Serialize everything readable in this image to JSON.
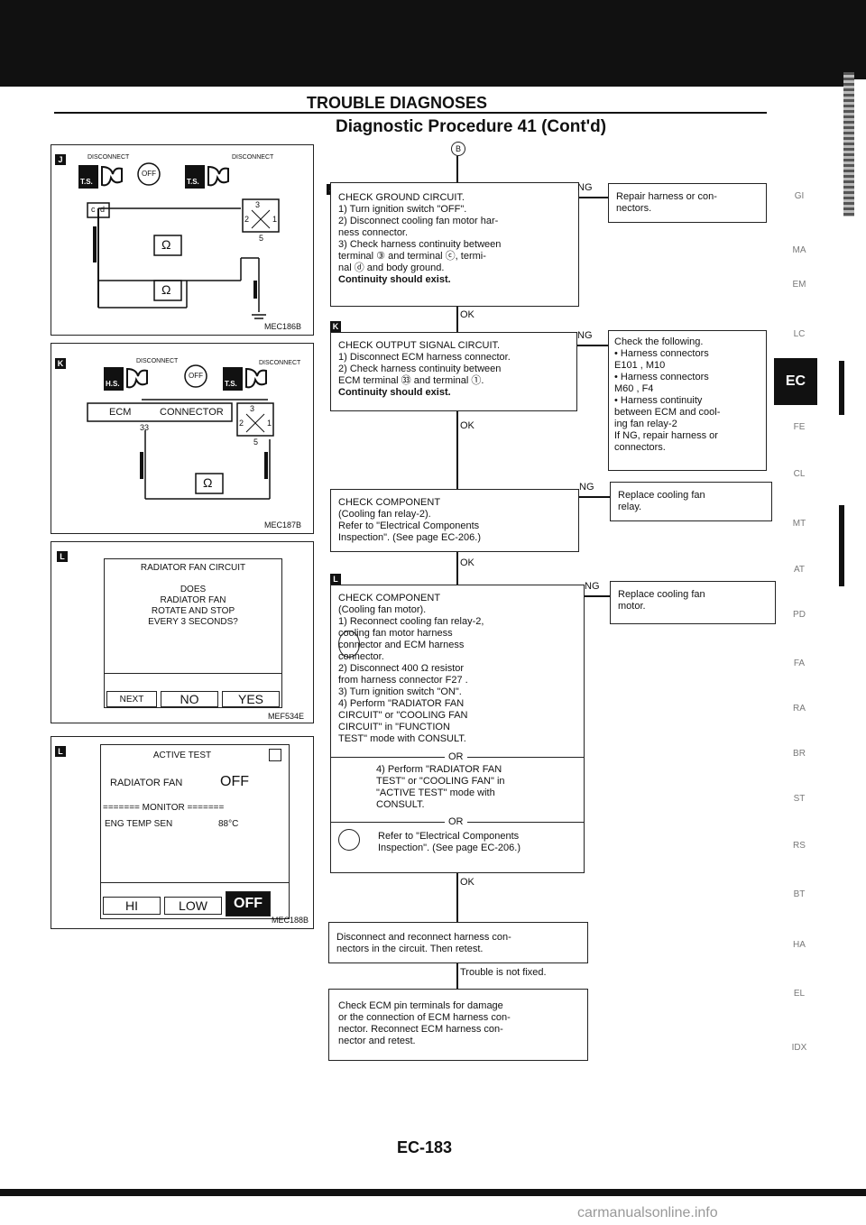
{
  "header": {
    "title": "TROUBLE DIAGNOSES",
    "subtitle": "Diagnostic Procedure 41 (Cont'd)"
  },
  "connector_marker": "B",
  "panels": {
    "J": {
      "tag": "J",
      "label_disconnect_left": "DISCONNECT",
      "label_disconnect_right": "DISCONNECT",
      "label_ts": "T.S.",
      "label_off": "OFF",
      "pin_c": "c",
      "pin_d": "d",
      "pins": [
        "3",
        "2",
        "1",
        "5"
      ],
      "ohm": "Ω",
      "code": "MEC186B"
    },
    "K": {
      "tag": "K",
      "label_disconnect_left": "DISCONNECT",
      "label_disconnect_right": "DISCONNECT",
      "label_hs": "H.S.",
      "label_ts": "T.S.",
      "label_off": "OFF",
      "ecm": "ECM",
      "connector": "CONNECTOR",
      "terminal": "33",
      "pins": [
        "3",
        "2",
        "1",
        "5"
      ],
      "ohm": "Ω",
      "code": "MEC187B"
    },
    "L1": {
      "tag": "L",
      "title": "RADIATOR FAN CIRCUIT",
      "question": "DOES\nRADIATOR FAN\nROTATE AND STOP\nEVERY 3 SECONDS?",
      "buttons": [
        "NEXT",
        "NO",
        "YES"
      ],
      "code": "MEF534E"
    },
    "L2": {
      "tag": "L",
      "title": "ACTIVE TEST",
      "fan_label": "RADIATOR FAN",
      "fan_value": "OFF",
      "monitor": "======= MONITOR =======",
      "sensor_label": "ENG TEMP SEN",
      "sensor_value": "88°C",
      "buttons": [
        "HI",
        "LOW",
        "OFF"
      ],
      "code": "MEC188B"
    }
  },
  "flow": {
    "J": {
      "tag": "J",
      "text": "CHECK GROUND CIRCUIT.\n1) Turn ignition switch \"OFF\".\n2) Disconnect cooling fan motor har-\n    ness connector.\n3) Check harness continuity between\n    terminal ③ and terminal ⓒ, termi-\n    nal ⓓ and body ground.",
      "bold": "Continuity should exist.",
      "ng_text": "Repair harness or con-\nnectors."
    },
    "K": {
      "tag": "K",
      "text": "CHECK OUTPUT SIGNAL CIRCUIT.\n1) Disconnect ECM harness connector.\n2) Check harness continuity between\n    ECM terminal ㉝ and terminal ①.",
      "bold": "Continuity should exist.",
      "ng_text": "Check the following.\n• Harness connectors\n   E101 , M10\n• Harness connectors\n   M60 , F4\n• Harness continuity\n   between ECM and cool-\n   ing fan relay-2\nIf NG, repair harness or\nconnectors."
    },
    "C1": {
      "text": "CHECK COMPONENT\n(Cooling fan relay-2).\nRefer to \"Electrical Components\nInspection\". (See page EC-206.)",
      "ng_text": "Replace cooling fan\nrelay."
    },
    "L": {
      "tag": "L",
      "text": "CHECK COMPONENT\n(Cooling fan motor).\n      1) Reconnect cooling fan relay-2,\n          cooling fan motor harness\n          connector and ECM harness\n          connector.\n      2) Disconnect 400 Ω resistor\n          from harness connector F27 .\n      3) Turn ignition switch \"ON\".\n      4) Perform \"RADIATOR FAN\n          CIRCUIT\" or \"COOLING FAN\n          CIRCUIT\" in \"FUNCTION\n          TEST\" mode with CONSULT.",
      "or1": "OR",
      "alt1": "4) Perform \"RADIATOR FAN\n    TEST\" or \"COOLING FAN\" in\n    \"ACTIVE TEST\" mode with\n    CONSULT.",
      "or2": "OR",
      "alt2": "Refer to \"Electrical Components\nInspection\". (See page EC-206.)",
      "ng_text": "Replace cooling fan\nmotor."
    },
    "reconnect": {
      "text": "Disconnect and reconnect harness con-\nnectors in the circuit. Then retest."
    },
    "final": {
      "text": "Check ECM pin terminals for damage\nor the connection of ECM harness con-\nnector. Reconnect ECM harness con-\nnector and retest."
    },
    "labels": {
      "ok": "OK",
      "ng": "NG",
      "not_fixed": "Trouble is not fixed."
    }
  },
  "sidebar": {
    "items": [
      "GI",
      "MA",
      "EM",
      "LC",
      "EC",
      "FE",
      "CL",
      "MT",
      "AT",
      "PD",
      "FA",
      "RA",
      "BR",
      "ST",
      "RS",
      "BT",
      "HA",
      "EL",
      "IDX"
    ],
    "active": "EC"
  },
  "page_number": "EC-183",
  "watermark": "carmanualsonline.info"
}
